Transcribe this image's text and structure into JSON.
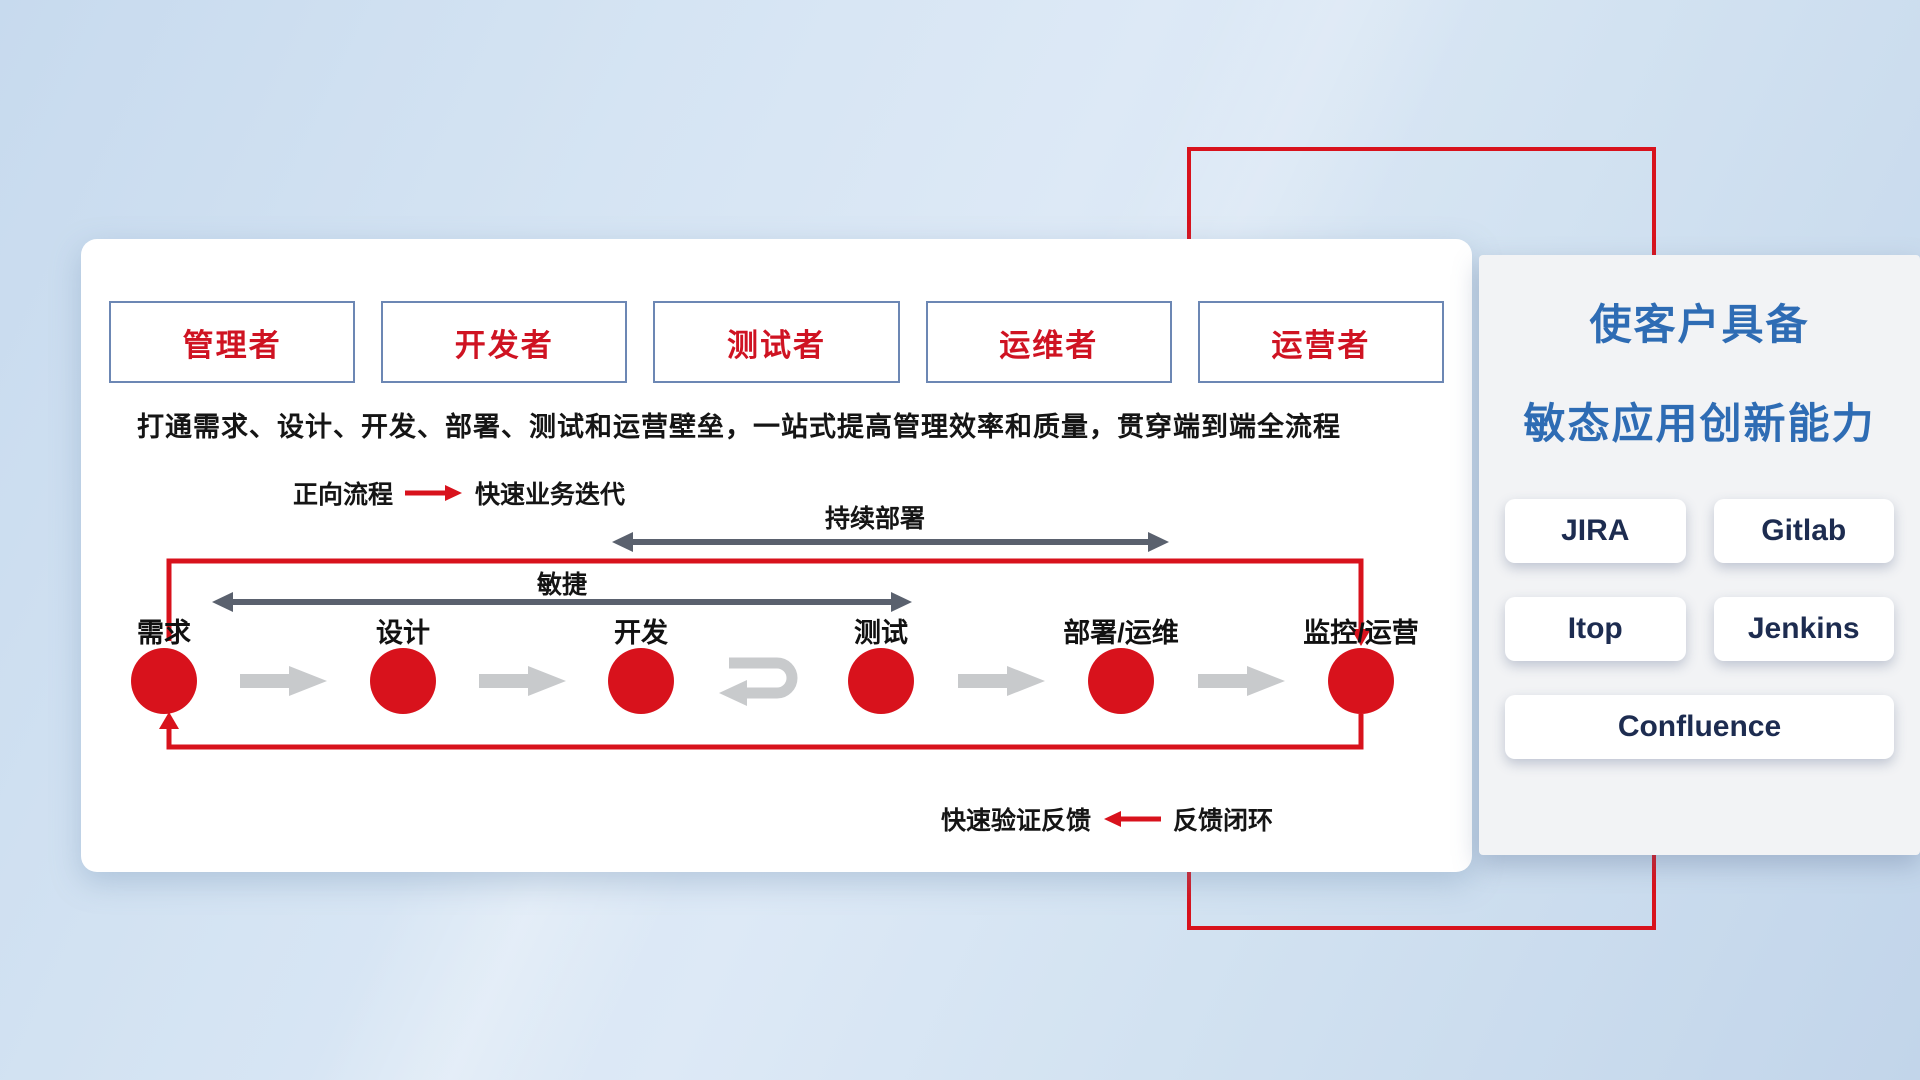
{
  "card": {
    "roles": [
      "管理者",
      "开发者",
      "测试者",
      "运维者",
      "运营者"
    ],
    "description": "打通需求、设计、开发、部署、测试和运营壁垒，一站式提高管理效率和质量，贯穿端到端全流程",
    "forward_legend": {
      "label": "正向流程",
      "value": "快速业务迭代"
    },
    "feedback_legend": {
      "label": "快速验证反馈",
      "value": "反馈闭环"
    },
    "span_arrows": {
      "continuous_deployment": "持续部署",
      "agile": "敏捷"
    },
    "stages": [
      "需求",
      "设计",
      "开发",
      "测试",
      "部署/运维",
      "监控/运营"
    ]
  },
  "panel": {
    "title_line1": "使客户具备",
    "title_line2": "敏态应用创新能力",
    "tools": [
      "JIRA",
      "Gitlab",
      "Itop",
      "Jenkins",
      "Confluence"
    ]
  },
  "colors": {
    "primary_red": "#d8121c",
    "title_blue": "#2e6cb4",
    "dark_arrow": "#5a616e",
    "gray_arrow": "#c8cacc",
    "tool_text": "#1d2c50"
  }
}
